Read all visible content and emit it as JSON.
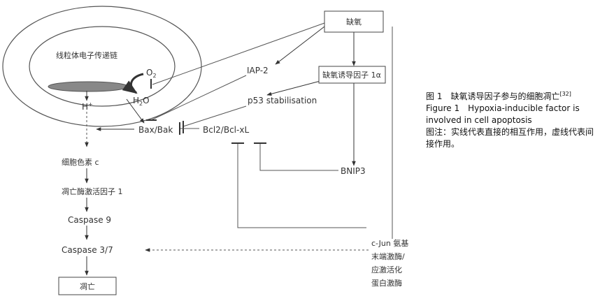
{
  "diagram": {
    "mito_chain": "线粒体电子传递链",
    "o2": "O",
    "o2_sub": "2",
    "h2o_h": "H",
    "h2o_sub": "2",
    "h2o_o": "O",
    "h_plus": "H",
    "h_plus_sup": "+",
    "hypoxia": "缺氧",
    "iap2": "IAP-2",
    "hif1a": "缺氧诱导因子 1α",
    "p53": "p53 stabilisation",
    "bax_bak": "Bax/Bak",
    "bcl2": "Bcl2/Bcl-xL",
    "cytochrome_c": "细胞色素 c",
    "apaf1": "凋亡酶激活因子 1",
    "caspase9": "Caspase 9",
    "caspase37": "Caspase 3/7",
    "apoptosis": "凋亡",
    "bnip3": "BNIP3",
    "jnk_line1": "c-Jun 氨基",
    "jnk_line2": "末端激酶/",
    "jnk_line3": "应激活化",
    "jnk_line4": "蛋白激酶"
  },
  "caption": {
    "cn_title": "图 1　缺氧诱导因子参与的细胞凋亡",
    "cn_ref": "[32]",
    "en_line1": "Figure 1　Hypoxia-inducible factor is",
    "en_line2": "involved in cell apoptosis",
    "note": "图注：实线代表直接的相互作用，虚线代表间接作用。"
  }
}
